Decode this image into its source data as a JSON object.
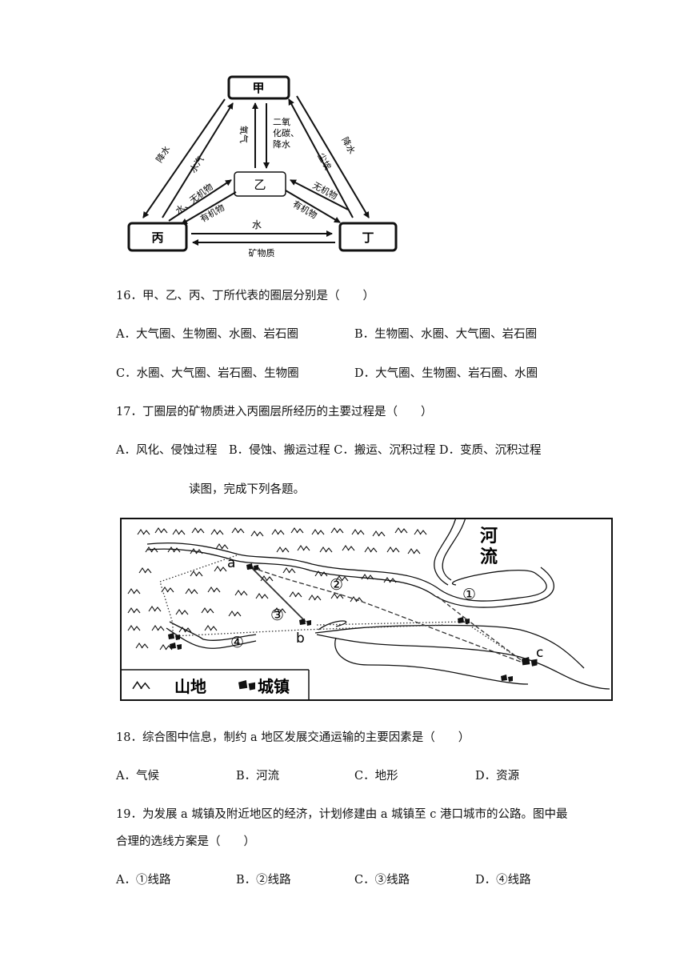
{
  "sphere_diagram": {
    "boxes": {
      "jia": "甲",
      "yi": "乙",
      "bing": "丙",
      "ding": "丁"
    },
    "labels": {
      "yangqi": "氧气",
      "co2_rain": [
        "二氧",
        "化碳、",
        "降水"
      ],
      "left_outer": "降水",
      "left_mid": "水汽",
      "left_inner": "水、无机物",
      "bottom_left_inner": "有机物",
      "right_outer": "降水",
      "right_mid": "尘埃",
      "right_inner_top": "无机物",
      "right_inner_bottom": "有机物",
      "bottom_top": "水",
      "bottom_bottom": "矿物质"
    }
  },
  "questions": {
    "q16": {
      "stem": "16．甲、乙、丙、丁所代表的圈层分别是（　　）",
      "a": "A．大气圈、生物圈、水圈、岩石圈",
      "b": "B．生物圈、水圈、大气圈、岩石圈",
      "c": "C．水圈、大气圈、岩石圈、生物圈",
      "d": "D．大气圈、生物圈、岩石圈、水圈"
    },
    "q17": {
      "stem": "17．丁圈层的矿物质进入丙圈层所经历的主要过程是（　　）",
      "options": "A．风化、侵蚀过程　B．侵蚀、搬运过程 C．搬运、沉积过程 D．变质、沉积过程"
    },
    "intro": "读图，完成下列各题。",
    "q18": {
      "stem": "18．综合图中信息，制约 a 地区发展交通运输的主要因素是（　　）",
      "a": "A．气候",
      "b": "B．河流",
      "c": "C．地形",
      "d": "D．资源"
    },
    "q19": {
      "stem1": "19．为发展 a 城镇及附近地区的经济，计划修建由 a 城镇至 c 港口城市的公路。图中最",
      "stem2": "合理的选线方案是（　　）",
      "a": "A．①线路",
      "b": "B．②线路",
      "c": "C．③线路",
      "d": "D．④线路"
    }
  },
  "route_map": {
    "river_label": [
      "河",
      "流"
    ],
    "points": {
      "a": "a",
      "b": "b",
      "c": "c"
    },
    "routes": [
      "①",
      "②",
      "③",
      "④"
    ],
    "legend": {
      "mountain": "山地",
      "town": "城镇"
    }
  }
}
